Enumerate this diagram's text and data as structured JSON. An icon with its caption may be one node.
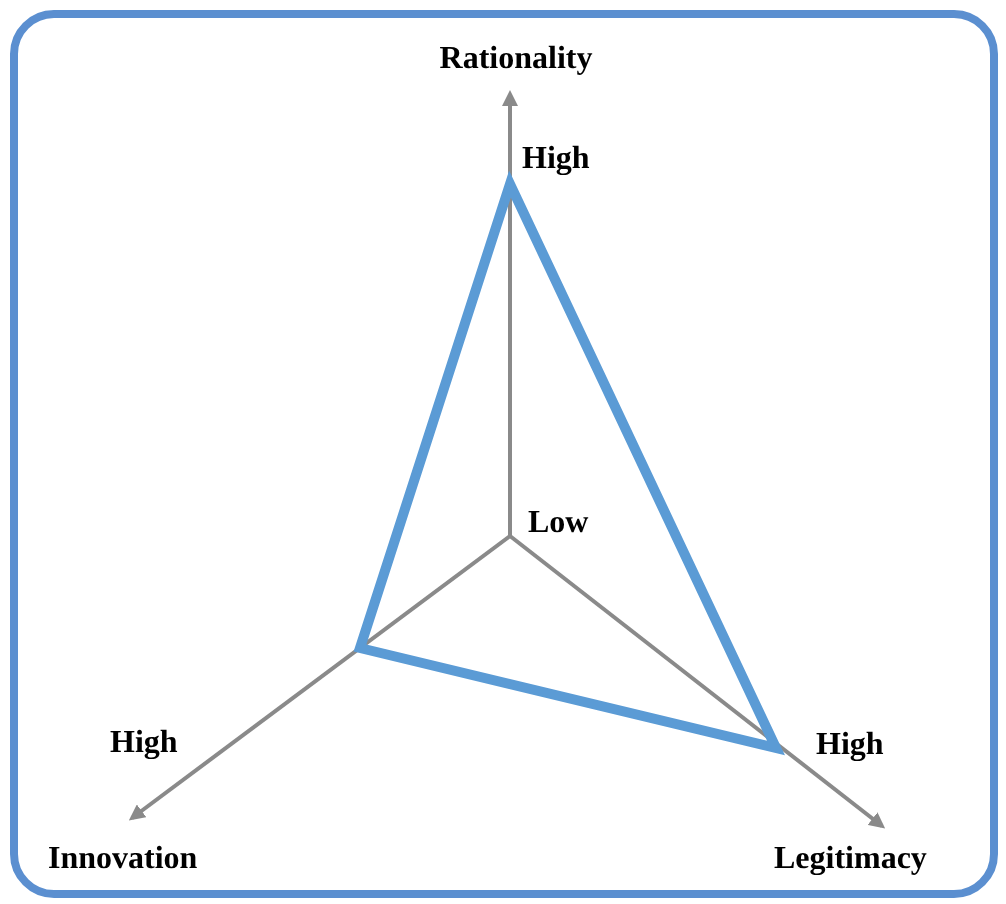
{
  "diagram": {
    "labels": [
      "Rationality",
      "High",
      "Low",
      "High",
      "High",
      "Innovation",
      "Legitimacy"
    ]
  }
}
